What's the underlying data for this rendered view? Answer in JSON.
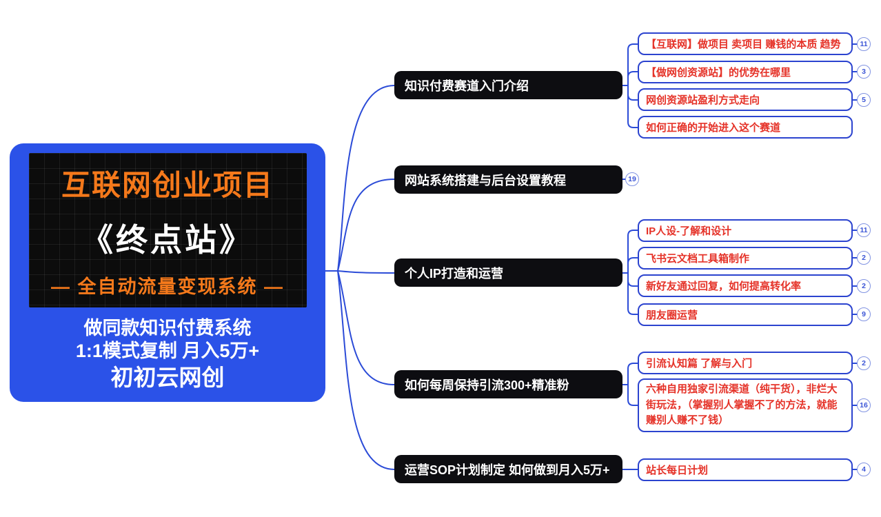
{
  "root": {
    "banner_line1": "互联网创业项目",
    "banner_line2": "《终点站》",
    "banner_line3": "— 全自动流量变现系统 —",
    "sub_line1": "做同款知识付费系统",
    "sub_line2": "1:1模式复制 月入5万+",
    "sub_line3": "初初云网创"
  },
  "colors": {
    "root_bg": "#2b52e8",
    "banner_bg": "#0c0c0c",
    "accent_orange": "#f5791b",
    "edge_blue": "#2b4bd7",
    "branch_node_bg": "#0d0d11",
    "child_border": "#2b43cf",
    "child_text": "#e53228",
    "badge_border": "#8193e2",
    "badge_text": "#3b55d6"
  },
  "branches": [
    {
      "label": "知识付费赛道入门介绍",
      "children": [
        {
          "label": "【互联网】做项目 卖项目 赚钱的本质 趋势",
          "badge": "11"
        },
        {
          "label": "【做网创资源站】的优势在哪里",
          "badge": "3"
        },
        {
          "label": "网创资源站盈利方式走向",
          "badge": "5"
        },
        {
          "label": "如何正确的开始进入这个赛道",
          "badge": null
        }
      ]
    },
    {
      "label": "网站系统搭建与后台设置教程",
      "badge": "19",
      "children": []
    },
    {
      "label": "个人IP打造和运营",
      "children": [
        {
          "label": "IP人设-了解和设计",
          "badge": "11"
        },
        {
          "label": "飞书云文档工具箱制作",
          "badge": "2"
        },
        {
          "label": "新好友通过回复，如何提高转化率",
          "badge": "2"
        },
        {
          "label": "朋友圈运营",
          "badge": "9"
        }
      ]
    },
    {
      "label": "如何每周保持引流300+精准粉",
      "children": [
        {
          "label": "引流认知篇 了解与入门",
          "badge": "2"
        },
        {
          "label": "六种自用独家引流渠道（纯干货），非烂大街玩法，（掌握别人掌握不了的方法，就能赚别人赚不了钱）",
          "badge": "16"
        }
      ]
    },
    {
      "label": "运营SOP计划制定 如何做到月入5万+",
      "children": [
        {
          "label": "站长每日计划",
          "badge": "4"
        }
      ]
    }
  ]
}
